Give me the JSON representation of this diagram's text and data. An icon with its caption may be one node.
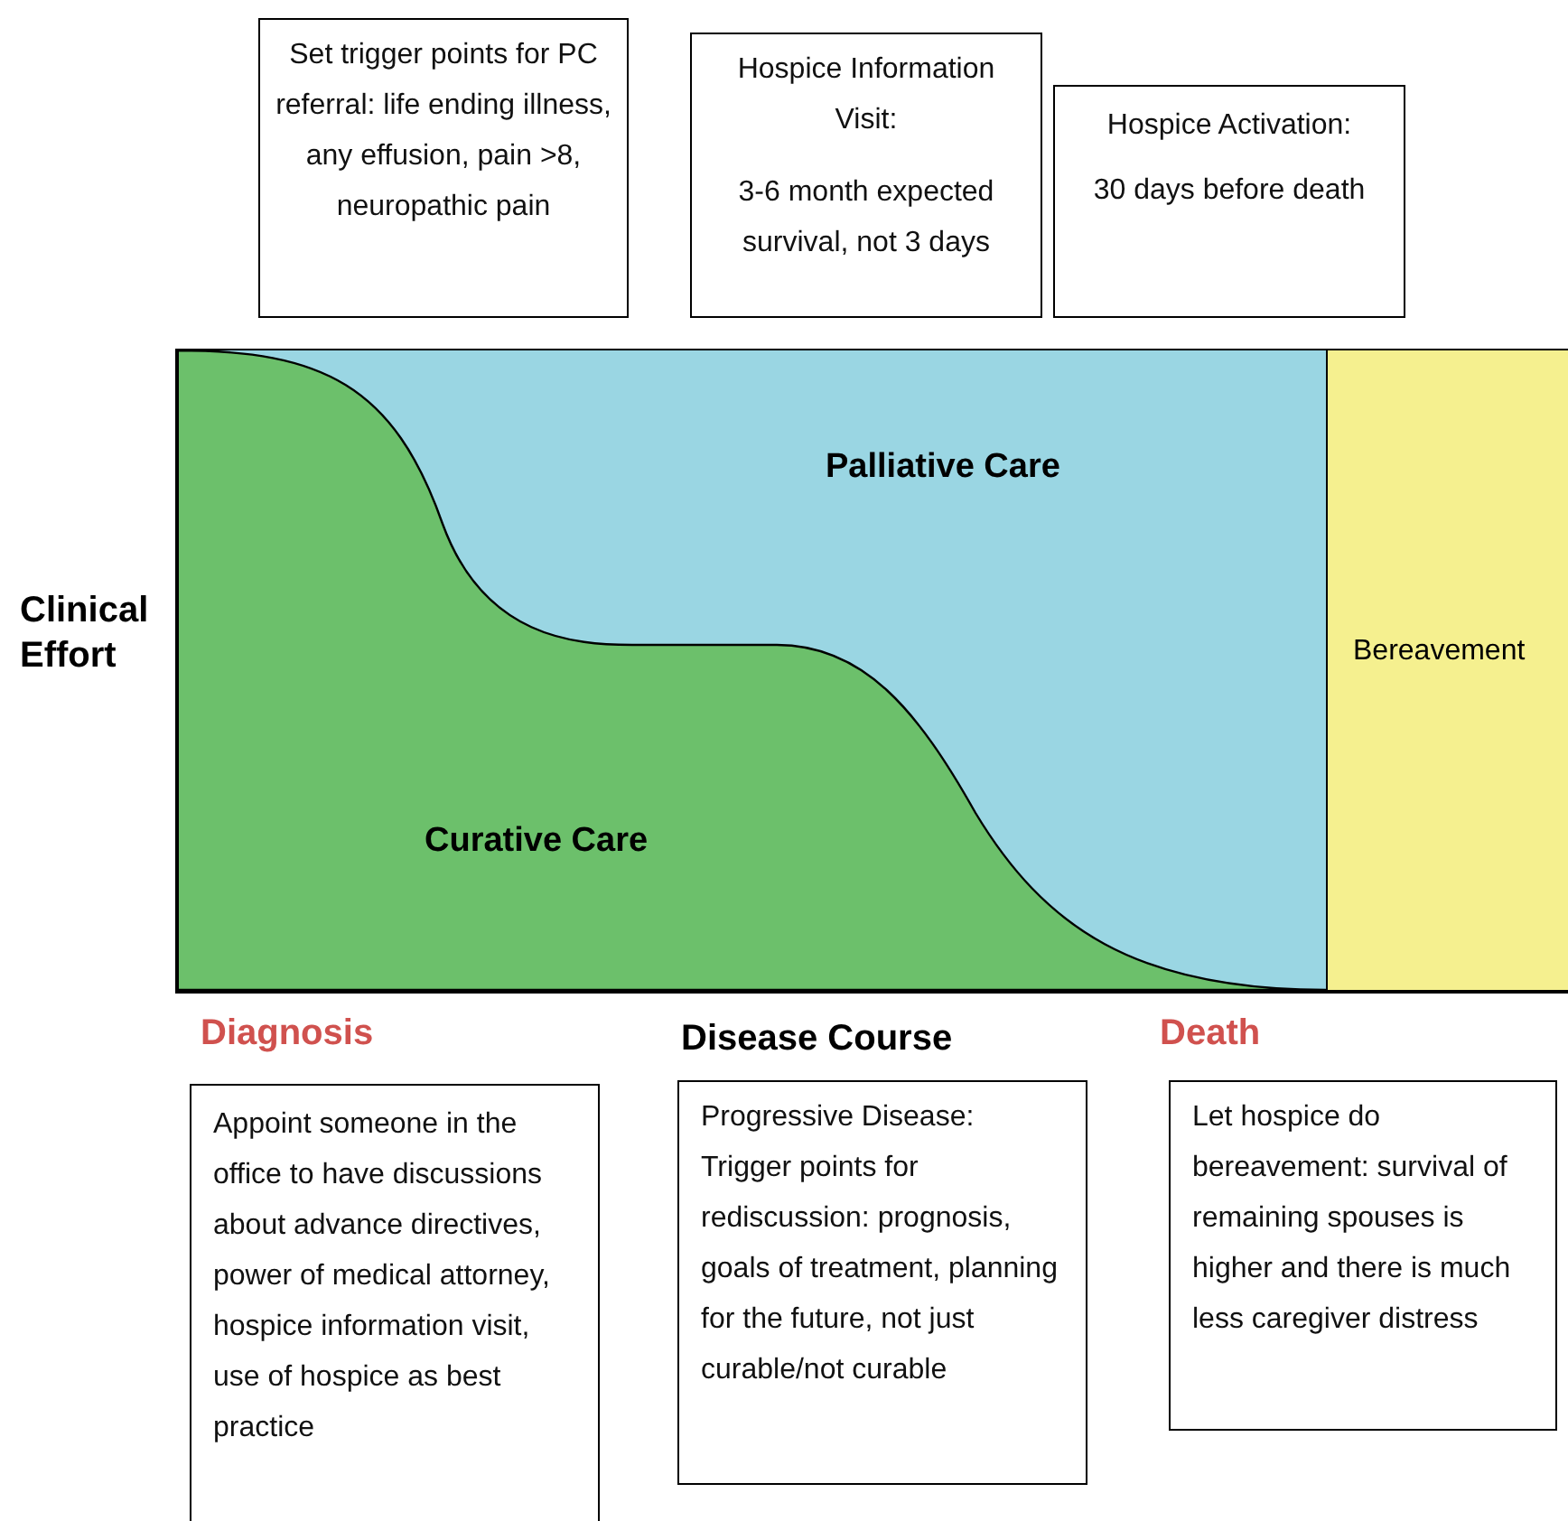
{
  "diagram": {
    "nodes": [
      {
        "text": [
          "Set trigger points for PC referral: life ending illness, any effusion, pain >8, neuropathic pain"
        ]
      },
      {
        "text": [
          "Hospice Information Visit:",
          "3-6 month expected survival, not 3 days"
        ]
      },
      {
        "text": [
          "Hospice Activation:",
          "30 days before death"
        ]
      },
      {
        "text": [
          "Palliative Care"
        ]
      },
      {
        "text": [
          "Curative Care"
        ]
      },
      {
        "text": [
          "Bereavement"
        ]
      },
      {
        "text": [
          "Appoint someone in the office to have discussions about advance directives, power of medical attorney, hospice information visit, use of hospice as best practice"
        ]
      },
      {
        "text": [
          "Progressive Disease: Trigger points for rediscussion: prognosis, goals of treatment, planning for the future, not just curable/not curable"
        ]
      },
      {
        "text": [
          "Let hospice do bereavement: survival of remaining spouses is higher and there is much less caregiver distress"
        ]
      }
    ],
    "labels": [
      "Clinical Effort",
      "Diagnosis",
      "Disease Course",
      "Death"
    ]
  }
}
